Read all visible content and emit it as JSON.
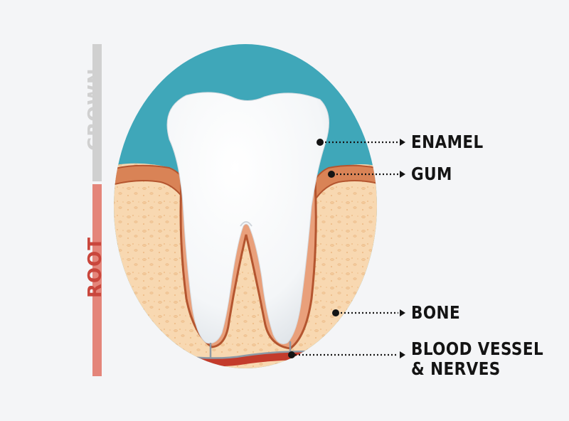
{
  "side_bars": {
    "crown": {
      "label": "CROWN",
      "color": "#d0d0d0"
    },
    "root": {
      "label": "ROOT",
      "color": "#e4857a"
    }
  },
  "labels": {
    "enamel": "ENAMEL",
    "gum": "GUM",
    "bone": "BONE",
    "blood_vessel_line1": "BLOOD VESSEL",
    "blood_vessel_line2": "& NERVES"
  },
  "colors": {
    "background": "#f4f5f7",
    "oval_teal": "#3fa7b9",
    "bone_fill": "#f8d8b1",
    "gum_fill": "#d98356",
    "gum_dark": "#b4552f",
    "tooth": "#ffffff",
    "vessel_red": "#c33b2c",
    "nerve_gray": "#8e9aa6",
    "text": "#141414"
  }
}
